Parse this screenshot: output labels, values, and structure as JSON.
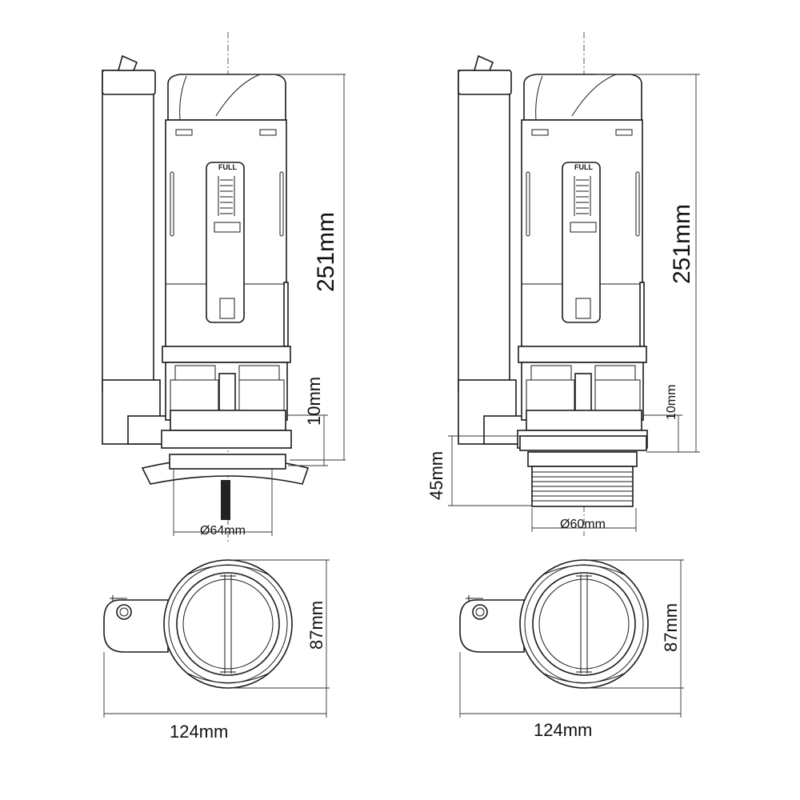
{
  "left_valve": {
    "height_label": "251mm",
    "gap_label": "10mm",
    "diameter_label": "Ø64mm",
    "indicator_label": "FULL",
    "top_view": {
      "depth_label": "87mm",
      "width_label": "124mm"
    }
  },
  "right_valve": {
    "height_label": "251mm",
    "gap_label": "10mm",
    "thread_height_label": "45mm",
    "diameter_label": "Ø60mm",
    "indicator_label": "FULL",
    "top_view": {
      "depth_label": "87mm",
      "width_label": "124mm"
    }
  },
  "colors": {
    "line": "#1a1a1a",
    "background": "#ffffff"
  }
}
